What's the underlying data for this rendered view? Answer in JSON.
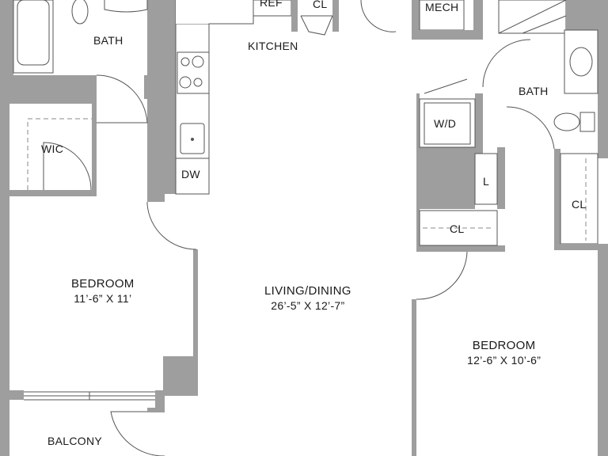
{
  "plan": {
    "colors": {
      "wall": "#9e9e9e",
      "outline": "#555555",
      "background": "#ffffff",
      "dash": "#888888"
    },
    "rooms": {
      "bath_left": "BATH",
      "bath_right": "BATH",
      "wic": "WIC",
      "kitchen": "KITCHEN",
      "dw": "DW",
      "ref": "REF",
      "cl_top": "CL",
      "mech": "MECH",
      "wd": "W/D",
      "linen": "L",
      "cl_mid": "CL",
      "cl_right": "CL",
      "bedroom_left": {
        "name": "BEDROOM",
        "dim": "11’-6” X 11’"
      },
      "living": {
        "name": "LIVING/DINING",
        "dim": "26’-5” X 12’-7”"
      },
      "bedroom_right": {
        "name": "BEDROOM",
        "dim": "12’-6” X 10’-6”"
      },
      "balcony": "BALCONY"
    }
  }
}
